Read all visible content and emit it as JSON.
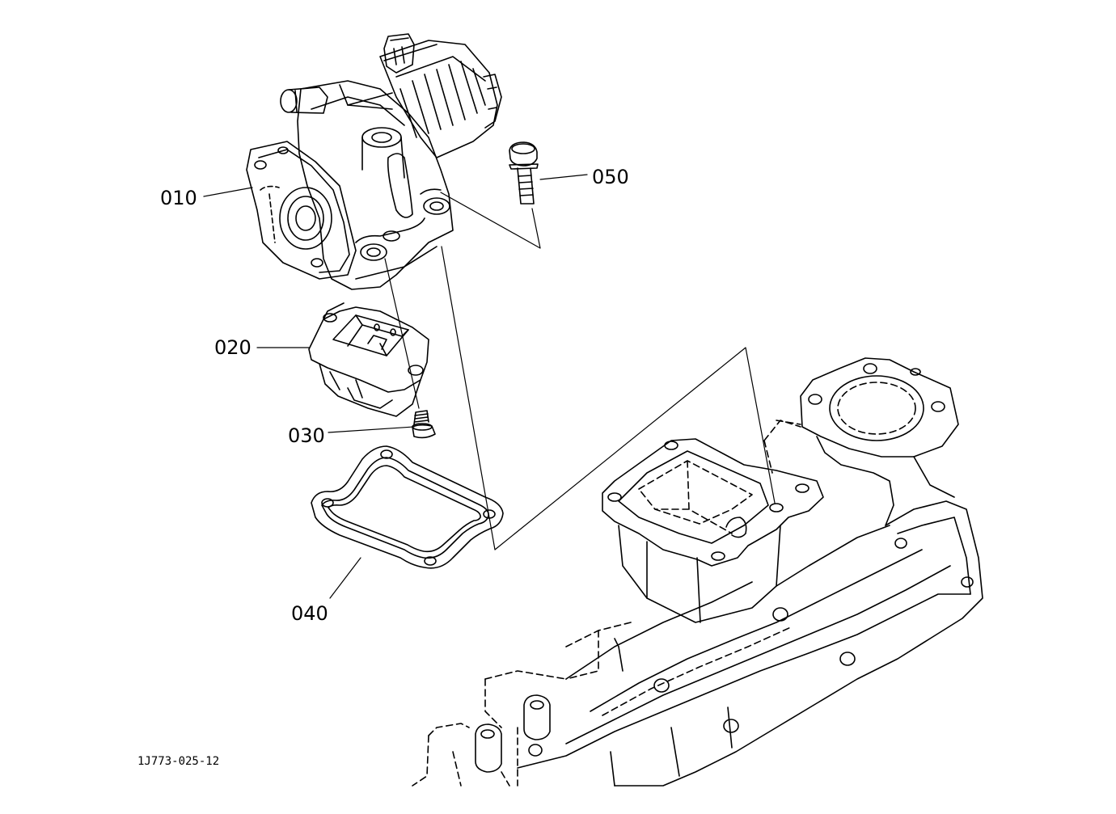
{
  "callouts": {
    "p010": "010",
    "p020": "020",
    "p030": "030",
    "p040": "040",
    "p050": "050"
  },
  "drawing_id": "1J773-025-12",
  "colors": {
    "ink": "#000000",
    "paper": "#ffffff"
  }
}
